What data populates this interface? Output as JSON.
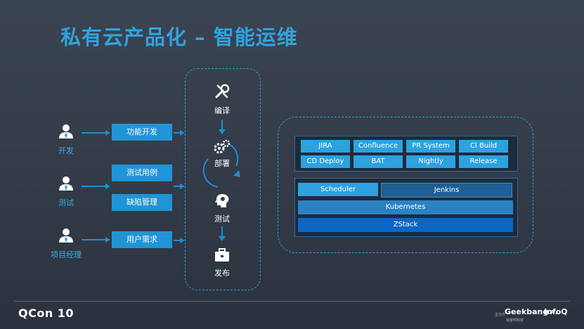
{
  "title": "私有云产品化 – 智能运维",
  "roles": [
    {
      "label": "开发"
    },
    {
      "label": "测试"
    },
    {
      "label": "项目经理"
    }
  ],
  "tasks": [
    "功能开发",
    "测试用例",
    "缺陷管理",
    "用户需求"
  ],
  "pipeline": {
    "compile": "编译",
    "deploy": "部署",
    "test": "测试",
    "release": "发布"
  },
  "tools": {
    "row1": [
      "JIRA",
      "Confluence",
      "PR System",
      "CI Build"
    ],
    "row2": [
      "CD Deploy",
      "BAT",
      "Nightly",
      "Release"
    ]
  },
  "stack": {
    "scheduler": "Scheduler",
    "jenkins": "Jenkins",
    "kubernetes": "Kubernetes",
    "zstack": "ZStack"
  },
  "footer": {
    "brand": "QCon 10",
    "sponsor_label": "主办方",
    "geekbang": "Geekbang>.",
    "geekbang_sub": "极客邦科技",
    "infoq": "InfoQ"
  },
  "colors": {
    "accent": "#2fa3df",
    "box": "#1f94d6",
    "zstack": "#0a67c7",
    "kube": "#2a82c4"
  }
}
